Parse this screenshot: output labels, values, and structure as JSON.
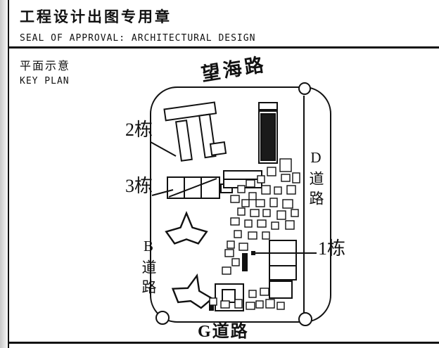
{
  "header": {
    "title_cn": "工程设计出图专用章",
    "title_en": "SEAL OF APPROVAL: ARCHITECTURAL DESIGN"
  },
  "keyplan": {
    "title_cn": "平面示意",
    "title_en": "KEY PLAN",
    "roads": {
      "top": "望海路",
      "right": "D道路",
      "left": "B道路",
      "bottom": "G道路"
    },
    "buildings": {
      "b1": "1栋",
      "b2": "2栋",
      "b3": "3栋"
    },
    "ink_color": "#111111"
  },
  "plan": {
    "scatter_squares": [
      [
        398,
        226,
        16,
        18
      ],
      [
        380,
        238,
        12,
        12
      ],
      [
        400,
        248,
        12,
        10
      ],
      [
        416,
        246,
        10,
        14
      ],
      [
        366,
        250,
        10,
        10
      ],
      [
        350,
        256,
        12,
        10
      ],
      [
        338,
        264,
        10,
        10
      ],
      [
        372,
        264,
        12,
        12
      ],
      [
        390,
        266,
        10,
        10
      ],
      [
        408,
        264,
        12,
        12
      ],
      [
        354,
        274,
        10,
        10
      ],
      [
        328,
        278,
        12,
        10
      ],
      [
        344,
        284,
        10,
        10
      ],
      [
        364,
        284,
        12,
        10
      ],
      [
        384,
        282,
        10,
        12
      ],
      [
        402,
        284,
        14,
        12
      ],
      [
        338,
        296,
        10,
        10
      ],
      [
        356,
        298,
        12,
        10
      ],
      [
        374,
        298,
        10,
        10
      ],
      [
        394,
        300,
        12,
        12
      ],
      [
        414,
        298,
        10,
        10
      ],
      [
        328,
        310,
        12,
        10
      ],
      [
        348,
        313,
        10,
        10
      ],
      [
        366,
        313,
        12,
        10
      ],
      [
        386,
        316,
        10,
        10
      ],
      [
        406,
        314,
        12,
        12
      ],
      [
        333,
        328,
        10,
        10
      ],
      [
        353,
        330,
        12,
        10
      ],
      [
        373,
        330,
        10,
        10
      ],
      [
        323,
        343,
        10,
        10
      ],
      [
        340,
        346,
        12,
        10
      ],
      [
        320,
        355,
        12,
        10
      ],
      [
        330,
        368,
        10,
        10
      ],
      [
        316,
        380,
        12,
        10
      ],
      [
        298,
        424,
        10,
        10
      ],
      [
        314,
        428,
        12,
        10
      ],
      [
        334,
        426,
        10,
        12
      ],
      [
        350,
        430,
        12,
        10
      ],
      [
        364,
        428,
        10,
        10
      ],
      [
        378,
        426,
        12,
        12
      ],
      [
        394,
        430,
        10,
        10
      ],
      [
        354,
        413,
        10,
        10
      ],
      [
        370,
        410,
        12,
        10
      ]
    ]
  }
}
